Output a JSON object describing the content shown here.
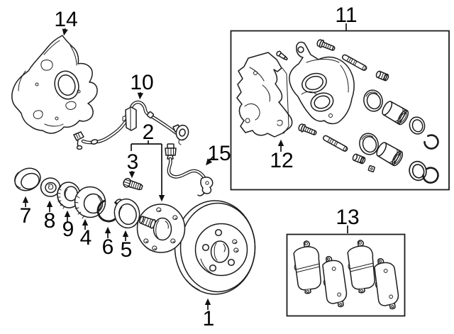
{
  "canvas": {
    "background": "#ffffff",
    "line_color": "#1c1c1c",
    "label_color": "#000000"
  },
  "callouts": {
    "c1": {
      "number": "1"
    },
    "c2": {
      "number": "2"
    },
    "c3": {
      "number": "3"
    },
    "c4": {
      "number": "4"
    },
    "c5": {
      "number": "5"
    },
    "c6": {
      "number": "6"
    },
    "c7": {
      "number": "7"
    },
    "c8": {
      "number": "8"
    },
    "c9": {
      "number": "9"
    },
    "c10": {
      "number": "10"
    },
    "c11": {
      "number": "11"
    },
    "c12": {
      "number": "12"
    },
    "c13": {
      "number": "13"
    },
    "c14": {
      "number": "14"
    },
    "c15": {
      "number": "15"
    }
  }
}
